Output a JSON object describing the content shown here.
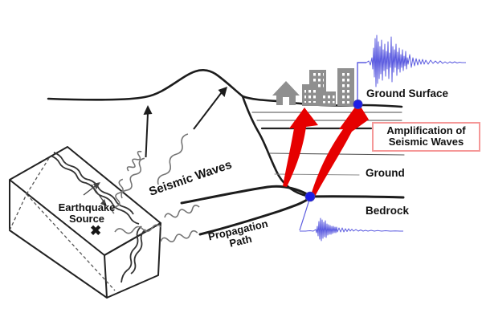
{
  "source_block": {
    "label_line1": "Earthquake",
    "label_line2": "Source",
    "hypocenter_mark": "✖"
  },
  "wave_labels": {
    "seismic_waves": "Seismic Waves",
    "propagation_line1": "Propagation",
    "propagation_line2": "Path"
  },
  "surface_labels": {
    "ground_surface": "Ground Surface",
    "ground": "Ground",
    "bedrock": "Bedrock"
  },
  "callout": {
    "line1": "Amplification of",
    "line2": "Seismic Waves"
  },
  "colors": {
    "line_black": "#1c1c1c",
    "wave_gray": "#757575",
    "arrow_red": "#e60000",
    "callout_border": "#f59898",
    "trace_blue": "#5c5ce0",
    "station_blue": "#1d1de6",
    "building_gray": "#8f8f8f"
  }
}
